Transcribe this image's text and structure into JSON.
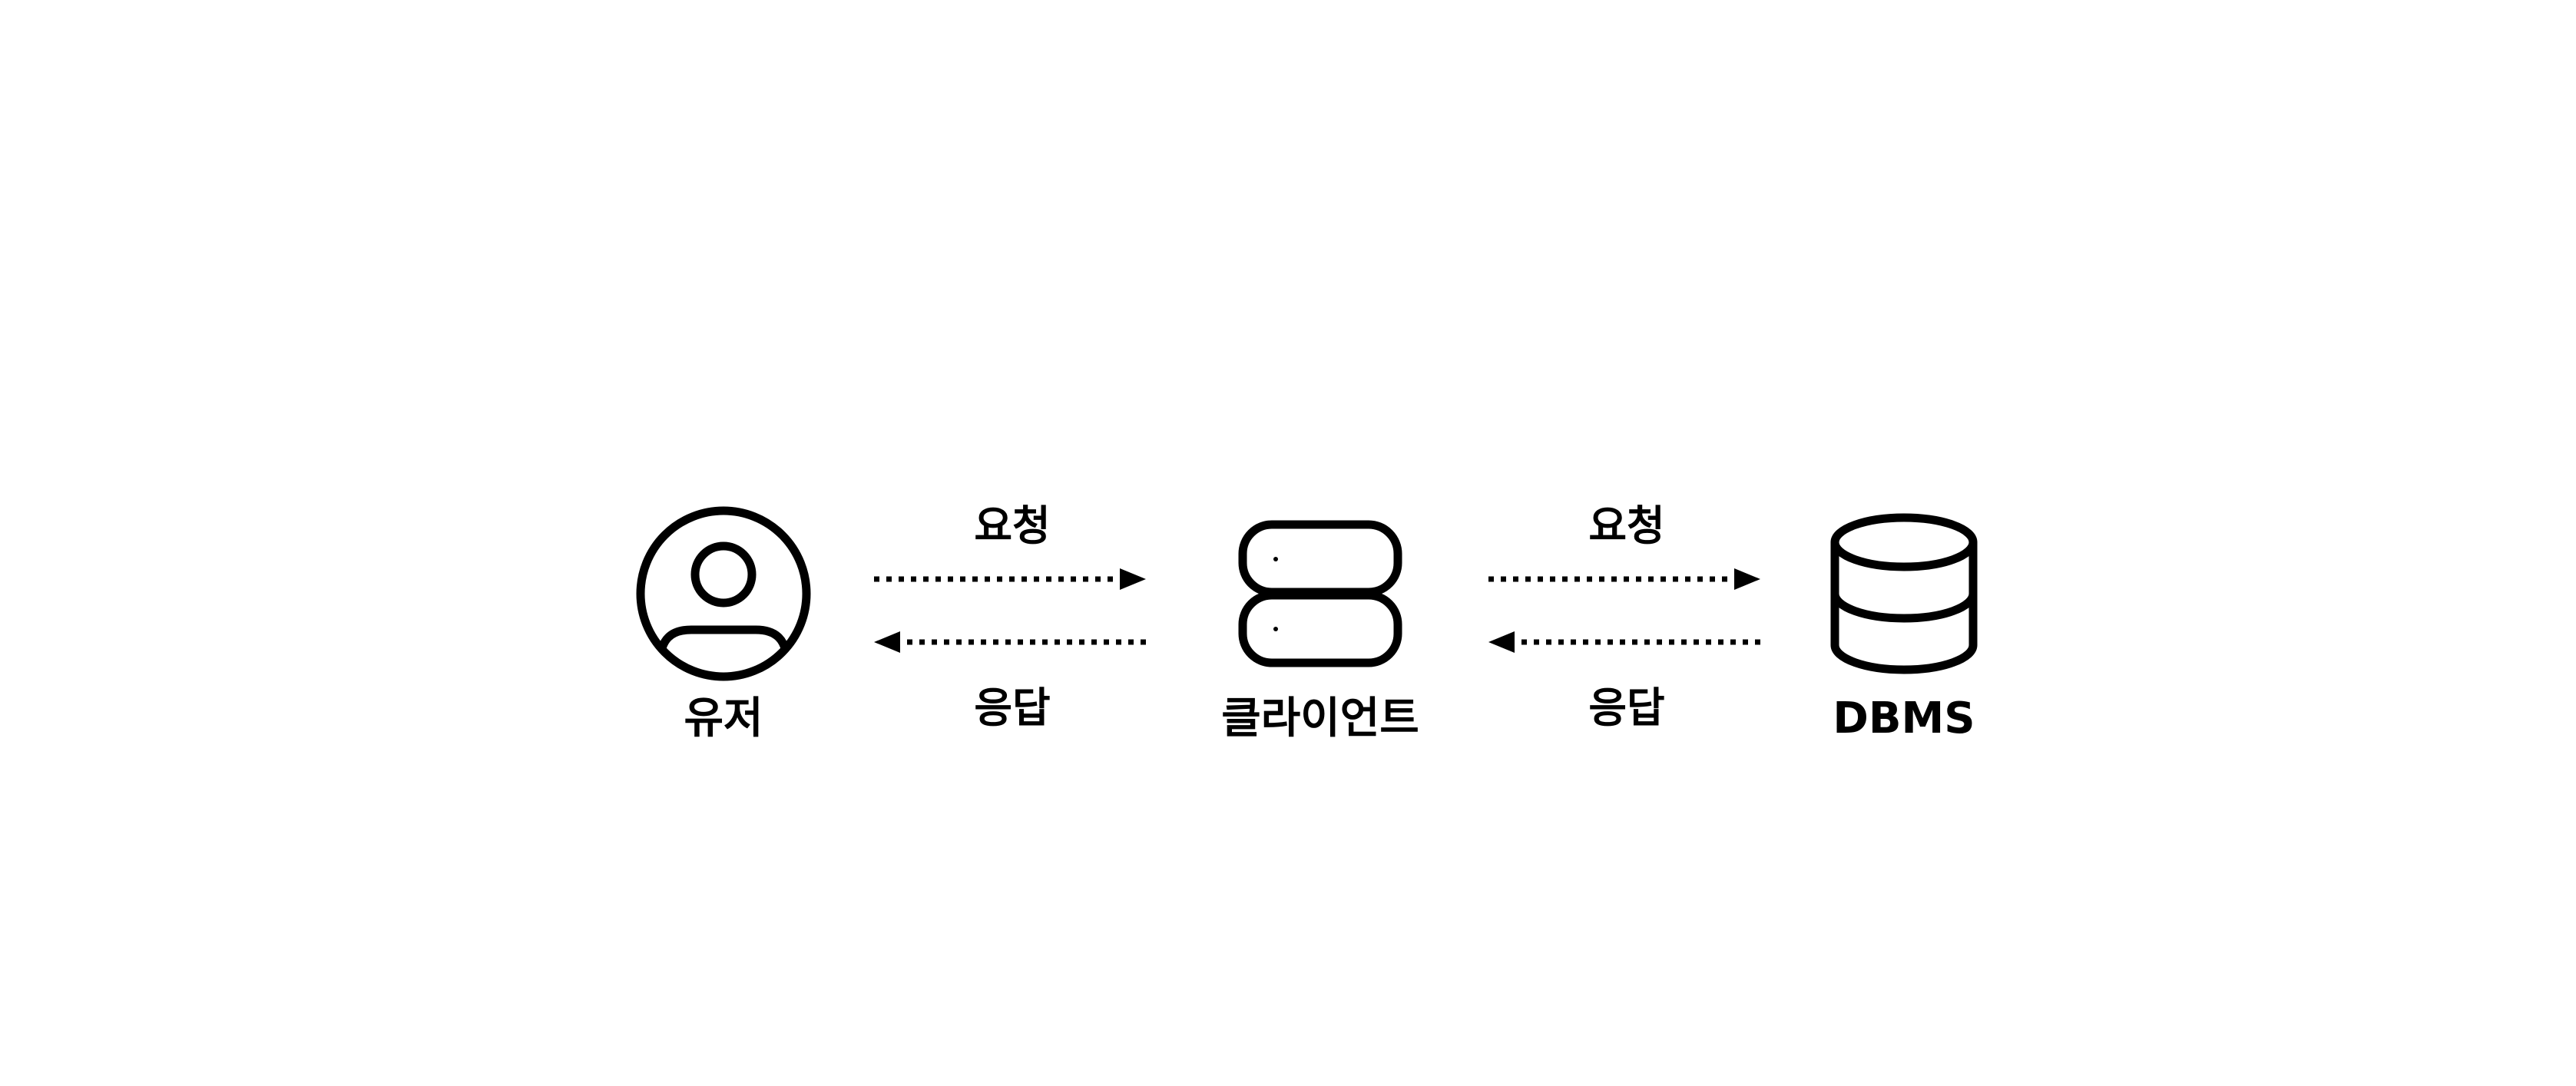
{
  "diagram": {
    "nodes": [
      {
        "id": "user",
        "label": "유저",
        "icon": "user-avatar-icon"
      },
      {
        "id": "client",
        "label": "클라이언트",
        "icon": "server-stack-icon"
      },
      {
        "id": "dbms",
        "label": "DBMS",
        "icon": "database-icon"
      }
    ],
    "edges": [
      {
        "from": "user",
        "to": "client",
        "request_label": "요청",
        "response_label": "응답",
        "style": "dotted"
      },
      {
        "from": "client",
        "to": "dbms",
        "request_label": "요청",
        "response_label": "응답",
        "style": "dotted"
      }
    ],
    "colors": {
      "stroke": "#000000",
      "background": "#ffffff"
    }
  }
}
